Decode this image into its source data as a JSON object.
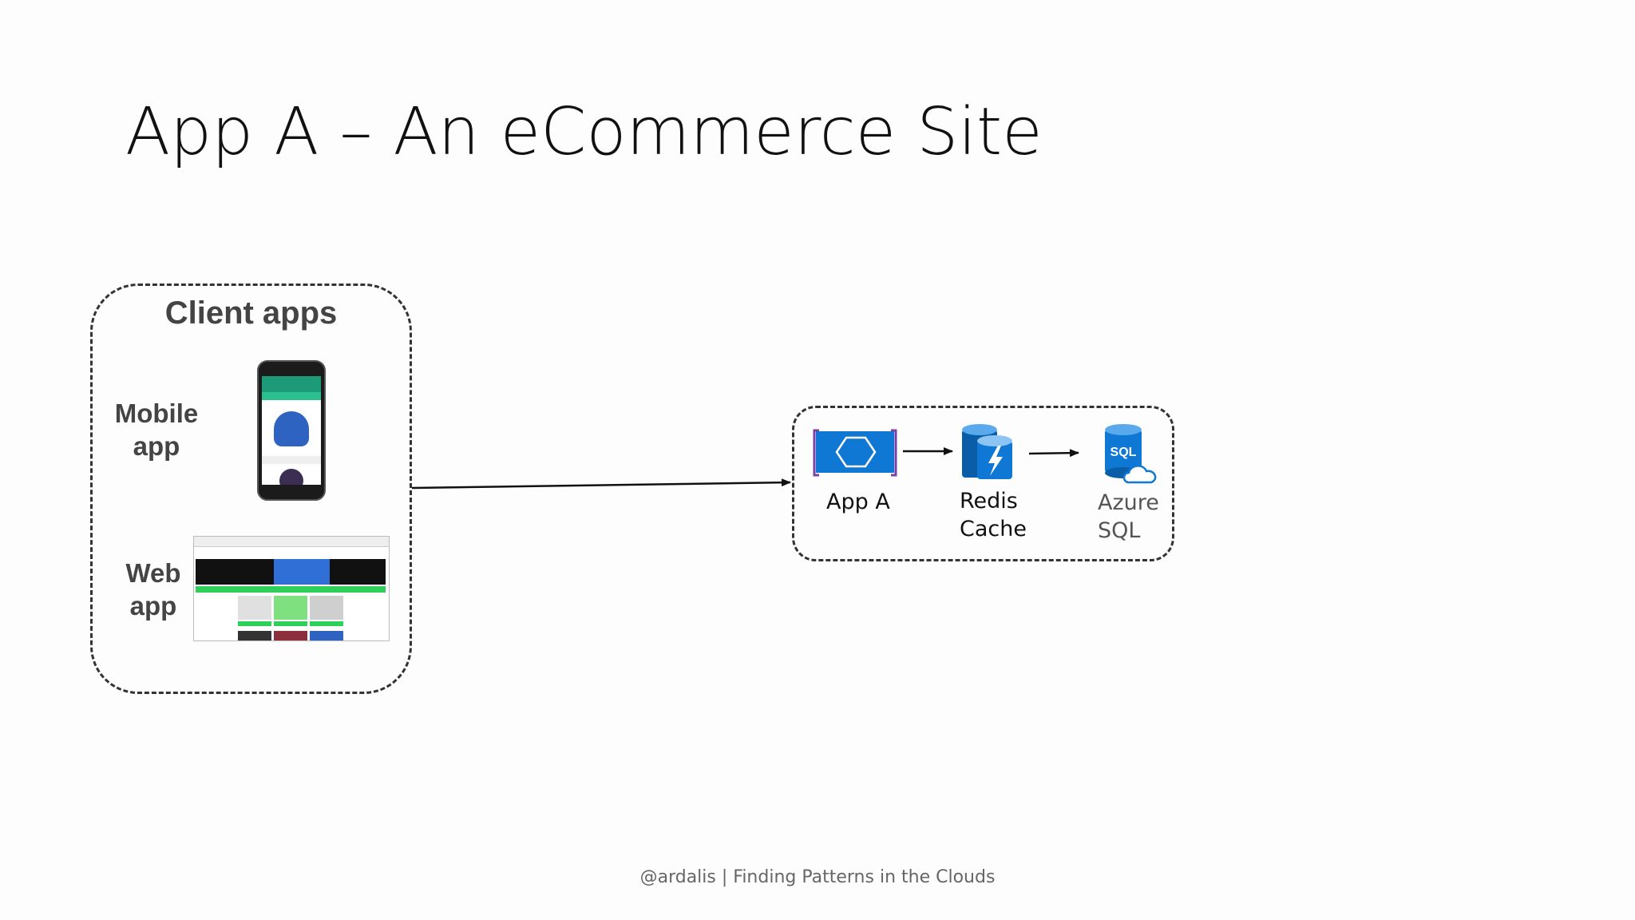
{
  "slide": {
    "title": "App A – An eCommerce Site",
    "footer": "@ardalis | Finding Patterns in the Clouds"
  },
  "client_apps": {
    "heading": "Client apps",
    "mobile": {
      "line1": "Mobile",
      "line2": "app"
    },
    "web": {
      "line1": "Web",
      "line2": "app"
    }
  },
  "backend": {
    "app": {
      "label": "App A",
      "icon": "app-service-icon"
    },
    "cache": {
      "line1": "Redis",
      "line2": "Cache",
      "icon": "redis-cache-icon"
    },
    "sql": {
      "line1": "Azure",
      "line2": "SQL",
      "badge": "SQL",
      "icon": "azure-sql-icon"
    }
  },
  "colors": {
    "azure_blue": "#0f78d4",
    "azure_dark_blue": "#0a5ea8",
    "frame_purple": "#7a3fa8",
    "dash": "#333333"
  }
}
